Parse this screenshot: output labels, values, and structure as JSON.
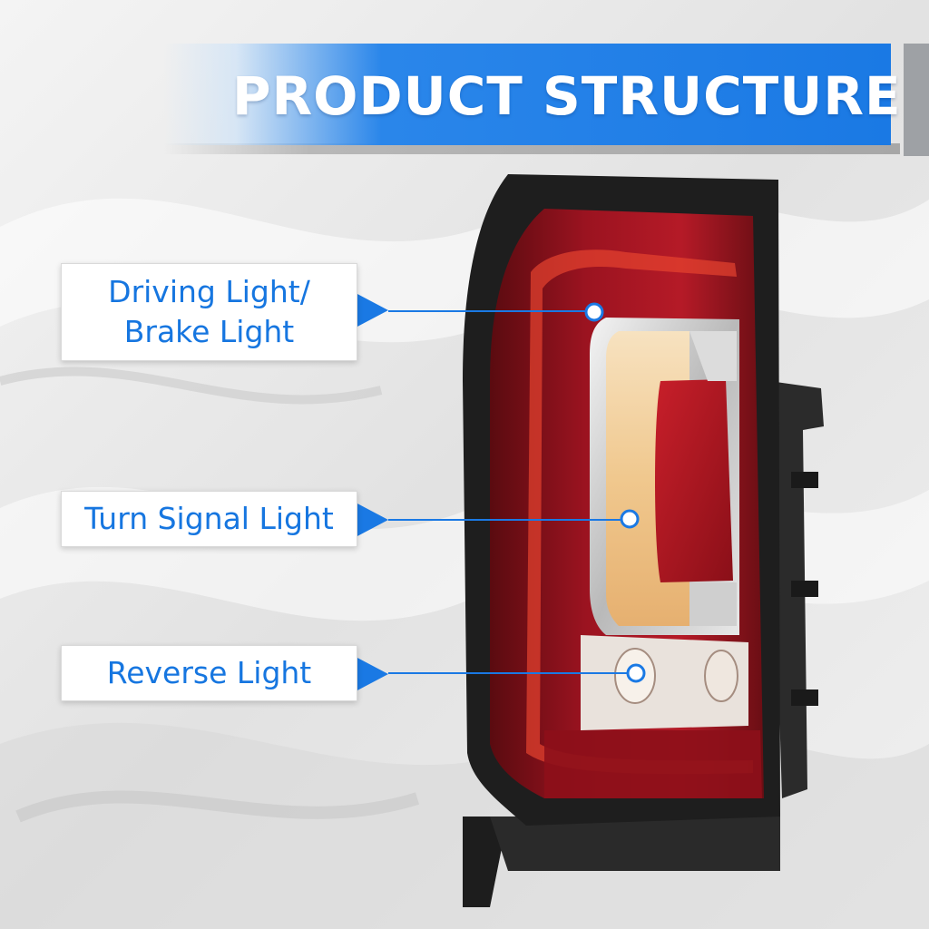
{
  "header": {
    "title": "PRODUCT STRUCTURE"
  },
  "callouts": [
    {
      "id": "driving",
      "lines": [
        "Driving Light/",
        "Brake Light"
      ]
    },
    {
      "id": "turn",
      "lines": [
        "Turn Signal Light"
      ]
    },
    {
      "id": "reverse",
      "lines": [
        "Reverse Light"
      ]
    }
  ],
  "colors": {
    "accent": "#1a79e4",
    "label_text": "#1676e0",
    "lens_red": "#a3121c",
    "housing": "#1e1e1e"
  }
}
